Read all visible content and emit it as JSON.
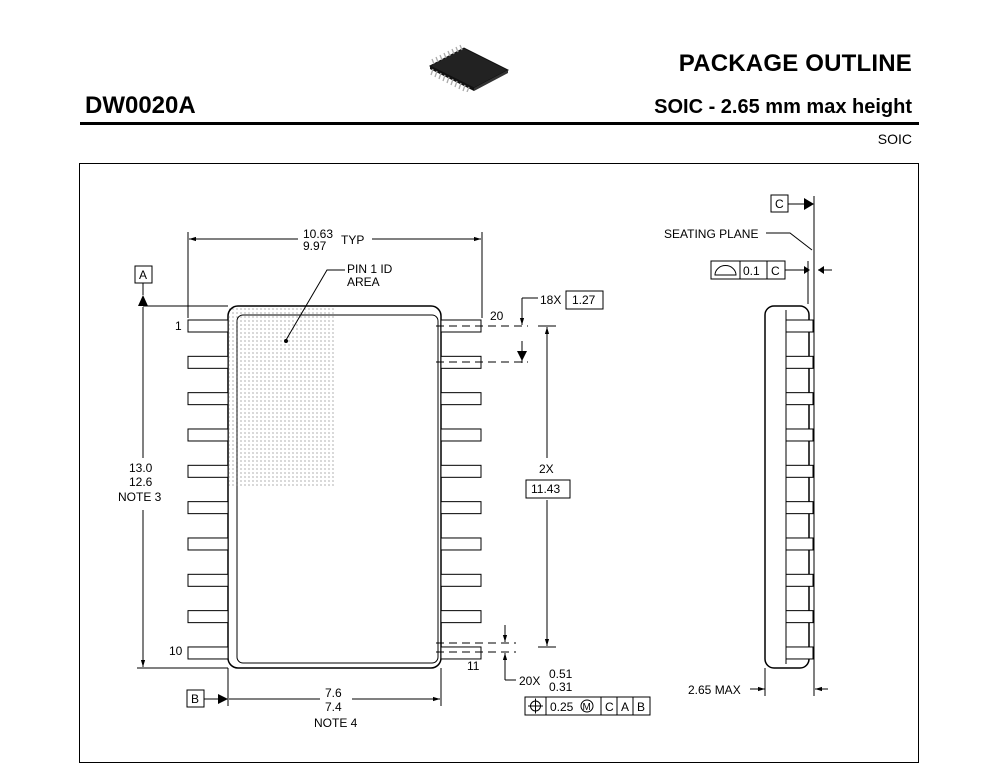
{
  "header": {
    "title": "PACKAGE OUTLINE",
    "package_code": "DW0020A",
    "subtitle": "SOIC - 2.65 mm max height",
    "package_type": "SOIC"
  },
  "dimensions": {
    "typ_max": "10.63",
    "typ_min": "9.97",
    "typ_suffix": "TYP",
    "pin1_line1": "PIN 1 ID",
    "pin1_line2": "AREA",
    "body_len_max": "13.0",
    "body_len_min": "12.6",
    "body_len_note": "NOTE 3",
    "body_w_max": "7.6",
    "body_w_min": "7.4",
    "body_w_note": "NOTE 4",
    "pitch_count": "18X",
    "pitch": "1.27",
    "span_count": "2X",
    "span": "11.43",
    "lead_count": "20X",
    "lead_max": "0.51",
    "lead_min": "0.31",
    "seating_plane": "SEATING PLANE",
    "height": "2.65 MAX",
    "flatness_value": "0.1",
    "flatness_datum": "C",
    "position_value": "0.25",
    "position_modifier": "M",
    "position_datum1": "C",
    "position_datum2": "A",
    "position_datum3": "B"
  },
  "datums": {
    "a": "A",
    "b": "B",
    "c": "C"
  },
  "pins": {
    "first": "1",
    "tenth": "10",
    "eleventh": "11",
    "twentieth": "20"
  }
}
